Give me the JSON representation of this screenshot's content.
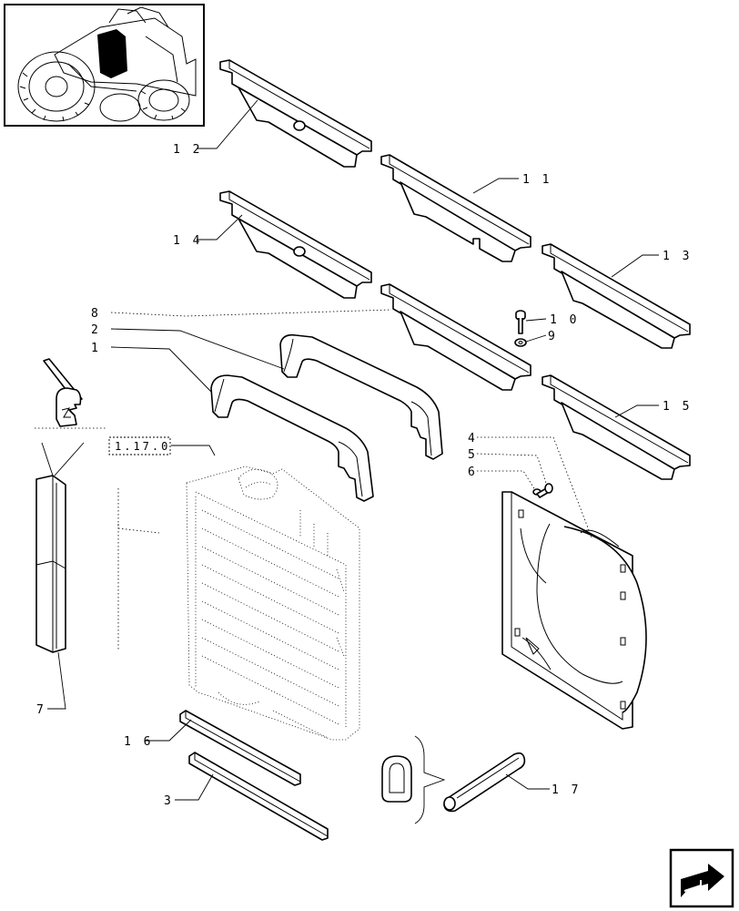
{
  "labels": {
    "p1": "1",
    "p2": "2",
    "p3": "3",
    "p4": "4",
    "p5": "5",
    "p6": "6",
    "p7": "7",
    "p8": "8",
    "p9": "9",
    "p10": "1 0",
    "p11": "1 1",
    "p12": "1 2",
    "p13": "1 3",
    "p14": "1 4",
    "p15": "1 5",
    "p16": "1 6",
    "p17": "1 7"
  },
  "reference": "1.17.0",
  "icons": {
    "thumbnail": "tractor-locator-thumbnail",
    "nav": "next-page-arrow-icon"
  }
}
